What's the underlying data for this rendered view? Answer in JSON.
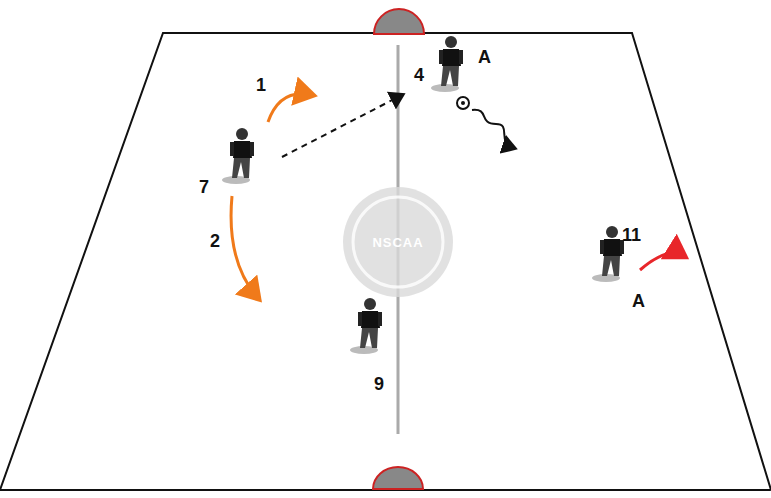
{
  "diagram": {
    "labels": [
      "1",
      "7",
      "2",
      "4",
      "A",
      "11",
      "A",
      "9",
      "NSCAA"
    ]
  }
}
